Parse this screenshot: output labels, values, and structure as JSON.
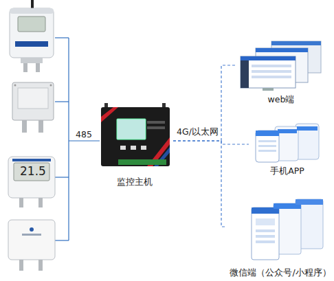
{
  "diagram": {
    "nodes": [
      {
        "text": [
          "监控主机"
        ]
      },
      {
        "text": [
          "web端"
        ]
      },
      {
        "text": [
          "手机APP"
        ]
      },
      {
        "text": [
          "微信端（公众号/小程序）"
        ]
      }
    ],
    "edges": [
      {
        "from": 0,
        "to": 1,
        "arrow": "none"
      },
      {
        "from": 0,
        "to": 2,
        "arrow": "none"
      },
      {
        "from": 0,
        "to": 3,
        "arrow": "none"
      }
    ],
    "labels": [
      "485",
      "4G/以太网",
      "21.5"
    ]
  }
}
